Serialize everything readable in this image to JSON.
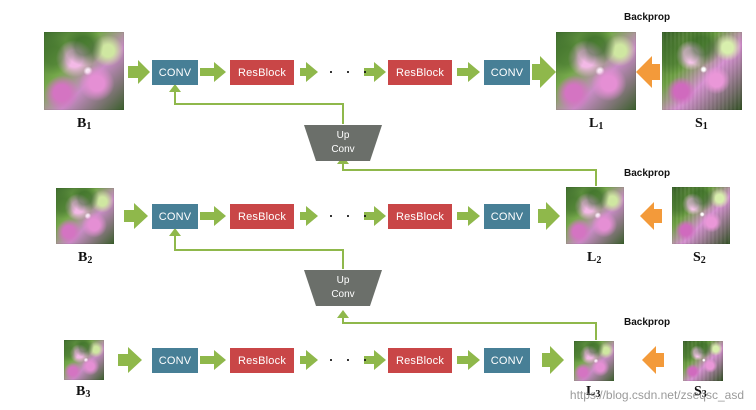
{
  "colors": {
    "conv": "#477f96",
    "resblock": "#c94647",
    "upconv": "#6b6f6a",
    "arrow_green": "#8fb84b",
    "arrow_orange": "#f39a3a",
    "line_green": "#8fb84b"
  },
  "labels": {
    "conv": "CONV",
    "resblock": "ResBlock",
    "ellipsis": "· · ·",
    "backprop": "Backprop",
    "upconv_line1": "Up",
    "upconv_line2": "Conv"
  },
  "rows": [
    {
      "input": {
        "letter": "B",
        "index": "1"
      },
      "output": {
        "letter": "L",
        "index": "1"
      },
      "sharp": {
        "letter": "S",
        "index": "1"
      }
    },
    {
      "input": {
        "letter": "B",
        "index": "2"
      },
      "output": {
        "letter": "L",
        "index": "2"
      },
      "sharp": {
        "letter": "S",
        "index": "2"
      }
    },
    {
      "input": {
        "letter": "B",
        "index": "3"
      },
      "output": {
        "letter": "L",
        "index": "3"
      },
      "sharp": {
        "letter": "S",
        "index": "3"
      }
    }
  ],
  "watermark": "https://blog.csdn.net/zseqsc_asd"
}
